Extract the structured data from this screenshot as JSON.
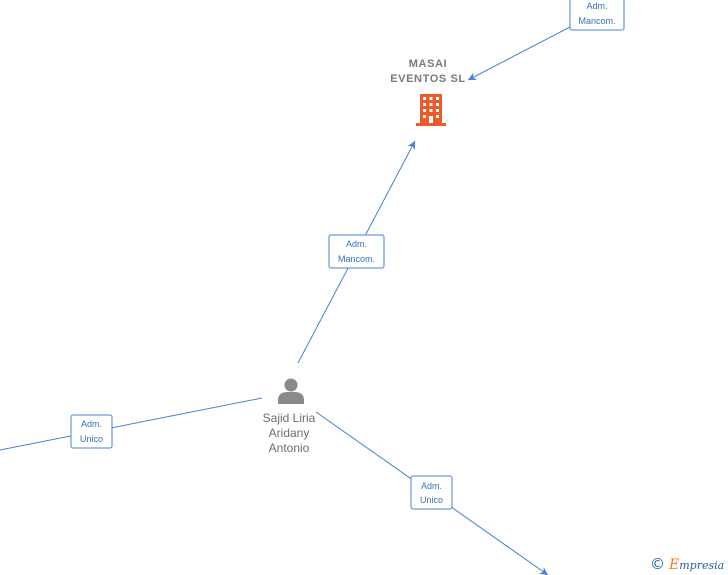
{
  "diagram": {
    "company_node": {
      "name_lines": [
        "MASAI",
        "EVENTOS SL"
      ],
      "icon": "building-icon",
      "icon_color": "#ef5a2a"
    },
    "person_node": {
      "name_lines": [
        "Sajid Liria",
        "Aridany",
        "Antonio"
      ],
      "icon": "person-icon",
      "icon_color": "#8a8a8a"
    },
    "edges": [
      {
        "label_lines": [
          "Adm.",
          "Mancom."
        ]
      },
      {
        "label_lines": [
          "Adm.",
          "Mancom."
        ]
      },
      {
        "label_lines": [
          "Adm.",
          "Unico"
        ]
      },
      {
        "label_lines": [
          "Adm.",
          "Unico"
        ]
      }
    ]
  },
  "watermark": {
    "copyright_symbol": "©",
    "brand_initial": "E",
    "brand_rest": "mpresia"
  },
  "colors": {
    "edge_line": "#4682d2",
    "label_border": "#4a86d0",
    "label_text": "#3470bf",
    "node_text": "#7a7a7a",
    "person_text": "#6e6e6e",
    "brand_blue": "#1f5fa8",
    "brand_orange": "#f07a2a"
  }
}
